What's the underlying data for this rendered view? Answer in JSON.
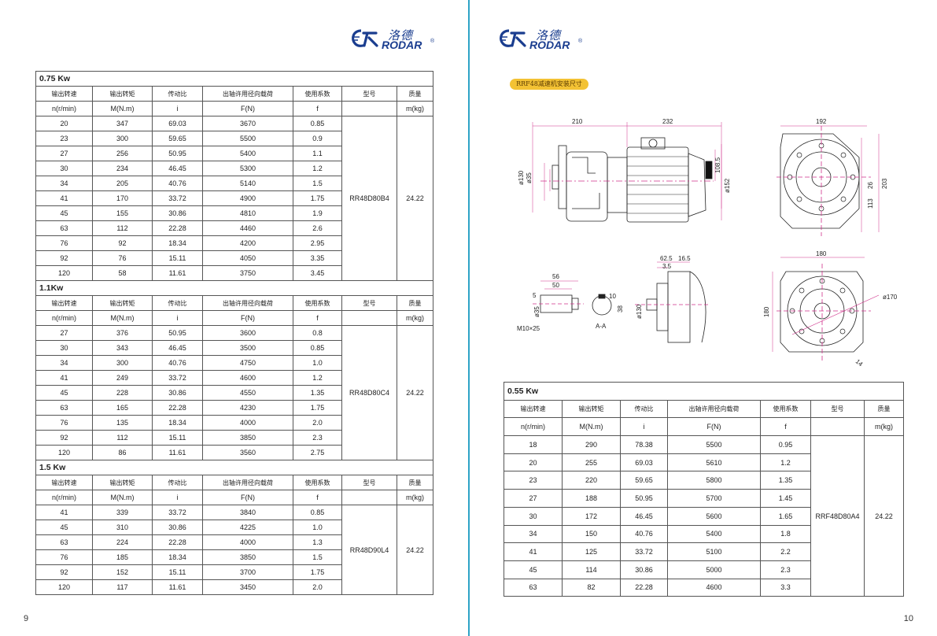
{
  "brand": {
    "cn": "洛德",
    "en": "RODAR",
    "reg": "®"
  },
  "left_page": {
    "page_number": "9",
    "header_labels": [
      "输出转速",
      "输出转矩",
      "传动比",
      "出轴许用径向载荷",
      "使用系数",
      "型号",
      "质量"
    ],
    "unit_labels": [
      "n(r/min)",
      "M(N.m)",
      "i",
      "F(N)",
      "f",
      "",
      "m(kg)"
    ],
    "sections": [
      {
        "title": "0.75 Kw",
        "model": "RR48D80B4",
        "mass": "24.22",
        "rows": [
          [
            "20",
            "347",
            "69.03",
            "3670",
            "0.85"
          ],
          [
            "23",
            "300",
            "59.65",
            "5500",
            "0.9"
          ],
          [
            "27",
            "256",
            "50.95",
            "5400",
            "1.1"
          ],
          [
            "30",
            "234",
            "46.45",
            "5300",
            "1.2"
          ],
          [
            "34",
            "205",
            "40.76",
            "5140",
            "1.5"
          ],
          [
            "41",
            "170",
            "33.72",
            "4900",
            "1.75"
          ],
          [
            "45",
            "155",
            "30.86",
            "4810",
            "1.9"
          ],
          [
            "63",
            "112",
            "22.28",
            "4460",
            "2.6"
          ],
          [
            "76",
            "92",
            "18.34",
            "4200",
            "2.95"
          ],
          [
            "92",
            "76",
            "15.11",
            "4050",
            "3.35"
          ],
          [
            "120",
            "58",
            "11.61",
            "3750",
            "3.45"
          ]
        ]
      },
      {
        "title": "1.1Kw",
        "model": "RR48D80C4",
        "mass": "24.22",
        "rows": [
          [
            "27",
            "376",
            "50.95",
            "3600",
            "0.8"
          ],
          [
            "30",
            "343",
            "46.45",
            "3500",
            "0.85"
          ],
          [
            "34",
            "300",
            "40.76",
            "4750",
            "1.0"
          ],
          [
            "41",
            "249",
            "33.72",
            "4600",
            "1.2"
          ],
          [
            "45",
            "228",
            "30.86",
            "4550",
            "1.35"
          ],
          [
            "63",
            "165",
            "22.28",
            "4230",
            "1.75"
          ],
          [
            "76",
            "135",
            "18.34",
            "4000",
            "2.0"
          ],
          [
            "92",
            "112",
            "15.11",
            "3850",
            "2.3"
          ],
          [
            "120",
            "86",
            "11.61",
            "3560",
            "2.75"
          ]
        ]
      },
      {
        "title": "1.5 Kw",
        "model": "RR48D90L4",
        "mass": "24.22",
        "rows": [
          [
            "41",
            "339",
            "33.72",
            "3840",
            "0.85"
          ],
          [
            "45",
            "310",
            "30.86",
            "4225",
            "1.0"
          ],
          [
            "63",
            "224",
            "22.28",
            "4000",
            "1.3"
          ],
          [
            "76",
            "185",
            "18.34",
            "3850",
            "1.5"
          ],
          [
            "92",
            "152",
            "15.11",
            "3700",
            "1.75"
          ],
          [
            "120",
            "117",
            "11.61",
            "3450",
            "2.0"
          ]
        ]
      }
    ]
  },
  "right_page": {
    "page_number": "10",
    "drawing_tag": "RRF48减速机安装尺寸",
    "drawing_labels": {
      "d210": "210",
      "d232": "232",
      "d192": "192",
      "d130": "ø130",
      "d35": "ø35",
      "d1085": "108.5",
      "d152": "ø152",
      "d26": "26",
      "d113": "113",
      "d203": "203",
      "d625": "62.5",
      "d165": "16.5",
      "d35b": "3.5",
      "d180": "180",
      "d56": "56",
      "d50": "50",
      "d5": "5",
      "d35c": "ø35",
      "dm10": "M10×25",
      "d10": "10",
      "d38": "38",
      "daa": "A-A",
      "d130b": "ø130",
      "d170": "ø170",
      "d180b": "180",
      "dA": "A",
      "d14": "14"
    },
    "header_labels": [
      "输出转速",
      "输出转矩",
      "传动比",
      "出轴许用径向载荷",
      "使用系数",
      "型号",
      "质量"
    ],
    "unit_labels": [
      "n(r/min)",
      "M(N.m)",
      "i",
      "F(N)",
      "f",
      "",
      "m(kg)"
    ],
    "sections": [
      {
        "title": "0.55 Kw",
        "model": "RRF48D80A4",
        "mass": "24.22",
        "rows": [
          [
            "18",
            "290",
            "78.38",
            "5500",
            "0.95"
          ],
          [
            "20",
            "255",
            "69.03",
            "5610",
            "1.2"
          ],
          [
            "23",
            "220",
            "59.65",
            "5800",
            "1.35"
          ],
          [
            "27",
            "188",
            "50.95",
            "5700",
            "1.45"
          ],
          [
            "30",
            "172",
            "46.45",
            "5600",
            "1.65"
          ],
          [
            "34",
            "150",
            "40.76",
            "5400",
            "1.8"
          ],
          [
            "41",
            "125",
            "33.72",
            "5100",
            "2.2"
          ],
          [
            "45",
            "114",
            "30.86",
            "5000",
            "2.3"
          ],
          [
            "63",
            "82",
            "22.28",
            "4600",
            "3.3"
          ]
        ]
      }
    ]
  }
}
